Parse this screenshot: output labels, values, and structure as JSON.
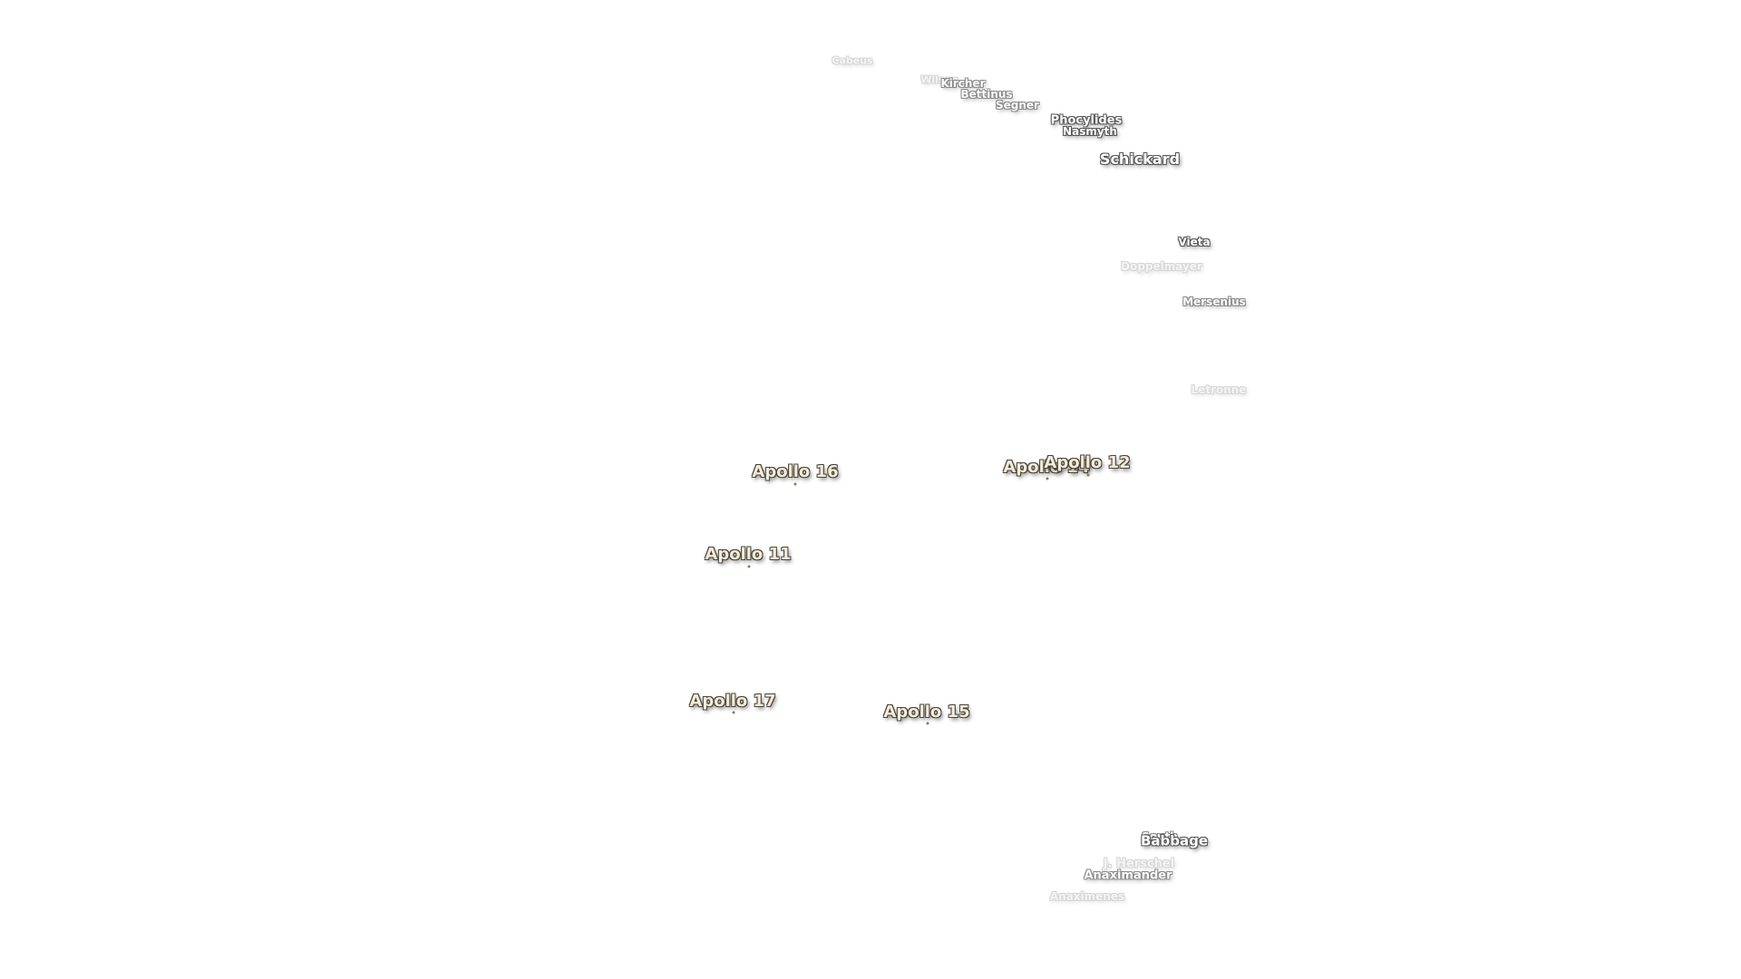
{
  "map": {
    "craters": [
      {
        "name": "Cabeus",
        "style": "faint"
      },
      {
        "name": "Wilson",
        "style": "faint"
      },
      {
        "name": "Kircher",
        "style": "mid"
      },
      {
        "name": "Bettinus",
        "style": "mid"
      },
      {
        "name": "Segner",
        "style": "mid"
      },
      {
        "name": "Phocylides",
        "style": "strong"
      },
      {
        "name": "Nasmyth",
        "style": "strong"
      },
      {
        "name": "Schickard",
        "style": "strong"
      },
      {
        "name": "Vieta",
        "style": "strong"
      },
      {
        "name": "Doppelmayer",
        "style": "faint"
      },
      {
        "name": "Mersenius",
        "style": "mid"
      },
      {
        "name": "Letronne",
        "style": "faint"
      },
      {
        "name": "South",
        "style": "mid"
      },
      {
        "name": "Babbage",
        "style": "strong"
      },
      {
        "name": "J. Herschel",
        "style": "faint"
      },
      {
        "name": "Anaximander",
        "style": "mid"
      },
      {
        "name": "Anaximenes",
        "style": "faint"
      }
    ],
    "apollo_sites": [
      {
        "name": "Apollo 16"
      },
      {
        "name": "Apollo 14"
      },
      {
        "name": "Apollo 12"
      },
      {
        "name": "Apollo 11"
      },
      {
        "name": "Apollo 17"
      },
      {
        "name": "Apollo 15"
      }
    ],
    "colors": {
      "background": "#ffffff",
      "apollo_fill": "#f3ecdc",
      "apollo_outline": "#4a4336",
      "crater_fill": "#ffffff",
      "crater_outline": "#555555"
    }
  }
}
